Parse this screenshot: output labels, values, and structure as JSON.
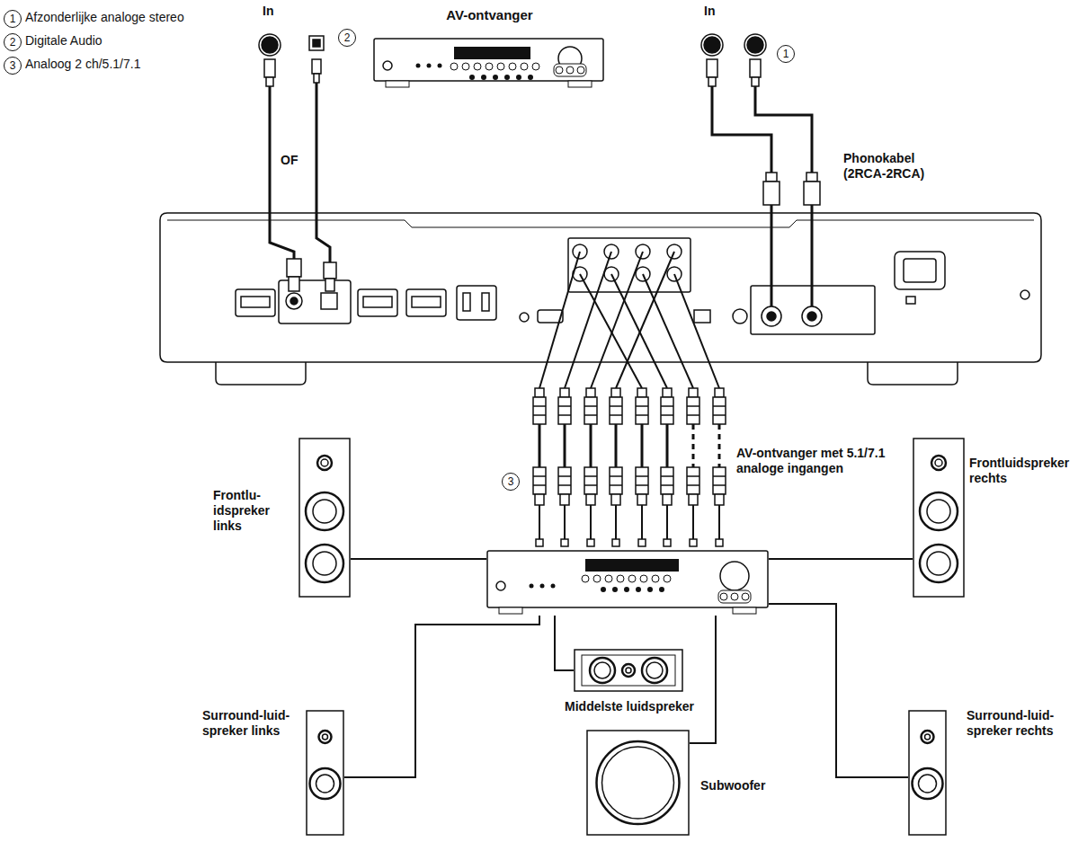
{
  "diagram": {
    "nodes": [
      {
        "text": [
          "AV-ontvanger"
        ]
      },
      {
        "text": [
          "AV-ontvanger met 5.1/7.1 analoge ingangen"
        ]
      },
      {
        "text": [
          "Frontlu- idspreker links"
        ]
      },
      {
        "text": [
          "Frontluidspreker rechts"
        ]
      },
      {
        "text": [
          "Surround-luid- spreker links"
        ]
      },
      {
        "text": [
          "Middelste luidspreker"
        ]
      },
      {
        "text": [
          "Subwoofer"
        ]
      },
      {
        "text": [
          "Surround-luid- spreker rechts"
        ]
      }
    ],
    "edges": [
      {
        "from": 1,
        "to": 2,
        "arrow": "none"
      },
      {
        "from": 1,
        "to": 3,
        "arrow": "none"
      },
      {
        "from": 1,
        "to": 4,
        "arrow": "none"
      },
      {
        "from": 1,
        "to": 5,
        "arrow": "none"
      },
      {
        "from": 1,
        "to": 6,
        "arrow": "none"
      },
      {
        "from": 1,
        "to": 7,
        "arrow": "none"
      }
    ],
    "labels": [
      "1",
      "Afzonderlijke analoge stereo",
      "2",
      "Digitale Audio",
      "3",
      "Analoog 2 ch/5.1/7.1",
      "In",
      "In",
      "2",
      "OF",
      "1",
      "Phonokabel (2RCA-2RCA)",
      "3"
    ]
  }
}
